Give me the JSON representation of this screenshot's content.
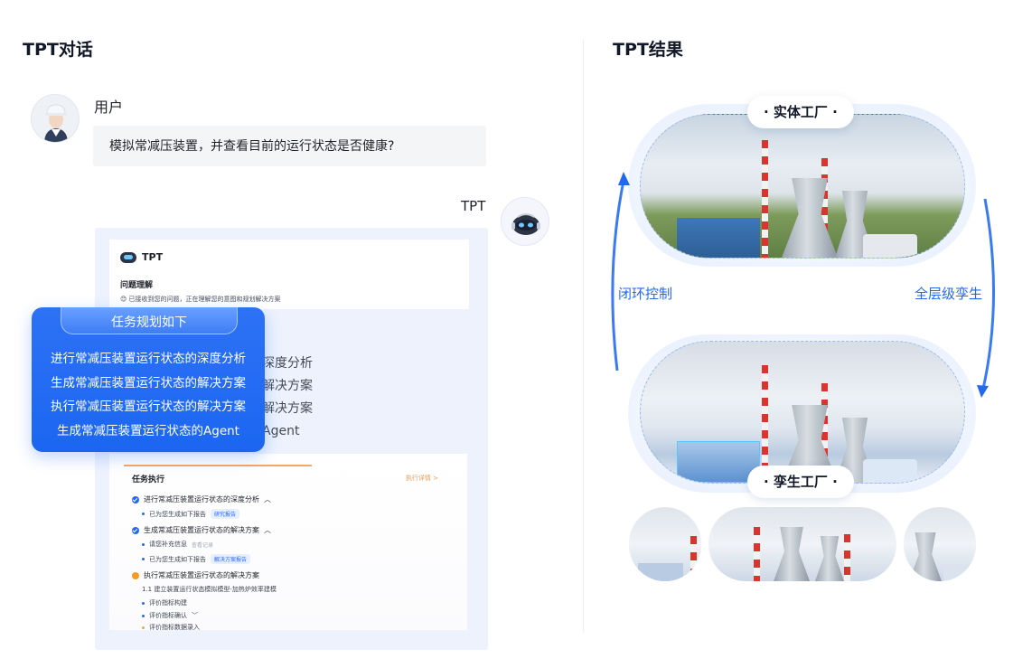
{
  "left_section": {
    "title": "TPT对话"
  },
  "right_section": {
    "title": "TPT结果"
  },
  "user": {
    "name": "用户",
    "message": "模拟常减压装置，并查看目前的运行状态是否健康?"
  },
  "tpt": {
    "name": "TPT",
    "brand_label": "TPT",
    "problem_title": "问题理解",
    "problem_desc": "😊 已接收到您的问题，正在理解您的意图和规划解决方案"
  },
  "task_plan": {
    "title": "任务规划如下",
    "items": [
      "进行常减压装置运行状态的深度分析",
      "生成常减压装置运行状态的解决方案",
      "执行常减压装置运行状态的解决方案",
      "生成常减压装置运行状态的Agent"
    ],
    "ghost_items": [
      "深度分析",
      "解决方案",
      "解决方案",
      "Agent"
    ]
  },
  "task_exec": {
    "title": "任务执行",
    "link": "执行详情 >",
    "step1": "进行常减压装置运行状态的深度分析",
    "step1_sub": "已为您生成如下报告",
    "step1_chip": "研究报告",
    "step2": "生成常减压装置运行状态的解决方案",
    "step2_sub1": "请您补充信息",
    "step2_sub1_muted": "查看记录",
    "step2_sub2": "已为您生成如下报告",
    "step2_chip": "解决方案报告",
    "step3": "执行常减压装置运行状态的解决方案",
    "step3_sub": "1.1 建立装置运行状态模拟模型-加热炉效率建模",
    "step3_item1": "评价指标构建",
    "step3_item2": "评价指标确认",
    "step3_item3": "评价指标数据录入"
  },
  "diagram": {
    "real_factory": "· 实体工厂 ·",
    "twin_factory": "· 孪生工厂 ·",
    "left_label": "闭环控制",
    "right_label": "全层级孪生",
    "arrow_color": "#2468f2"
  },
  "colors": {
    "accent": "#2468f2",
    "plan_card": "#1b66f1",
    "panel_bg": "#edf2fd"
  }
}
